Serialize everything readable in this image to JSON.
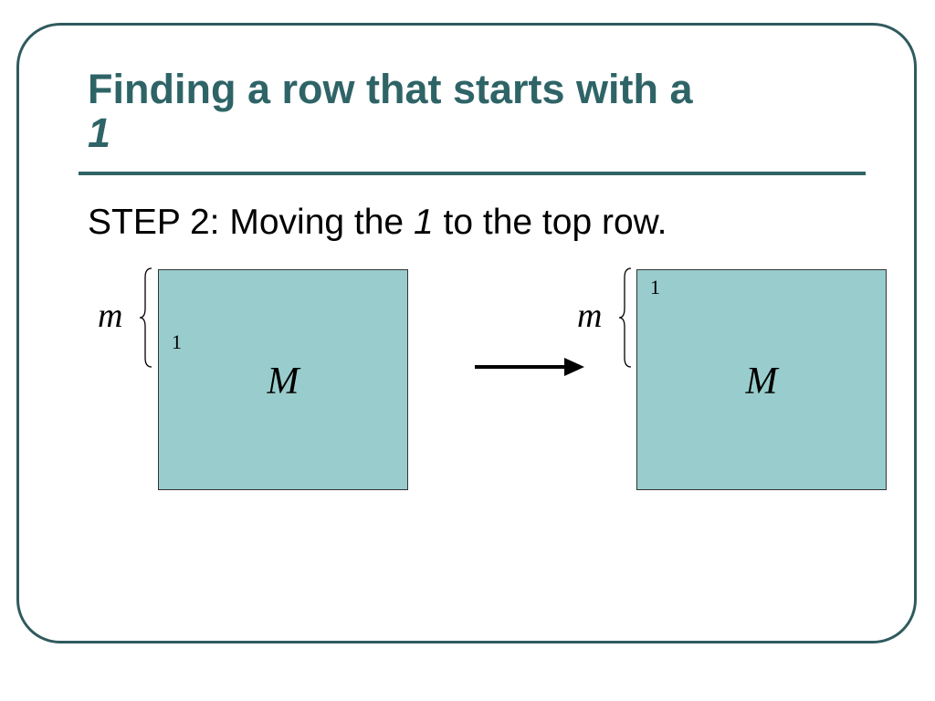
{
  "slide": {
    "title_main": "Finding a row that starts with a",
    "title_italic": "1",
    "step_prefix": "STEP 2: Moving the ",
    "step_italic": "1",
    "step_suffix": " to the top row."
  },
  "diagram": {
    "before": {
      "row_count_label": "m",
      "one_label": "1",
      "matrix_label": "M"
    },
    "after": {
      "row_count_label": "m",
      "one_label": "1",
      "matrix_label": "M"
    },
    "matrix_color": "#99cccc",
    "arrow_icon": "arrow-right-icon"
  },
  "theme": {
    "accent": "#2f6467",
    "frame": "#2f5a5e"
  }
}
